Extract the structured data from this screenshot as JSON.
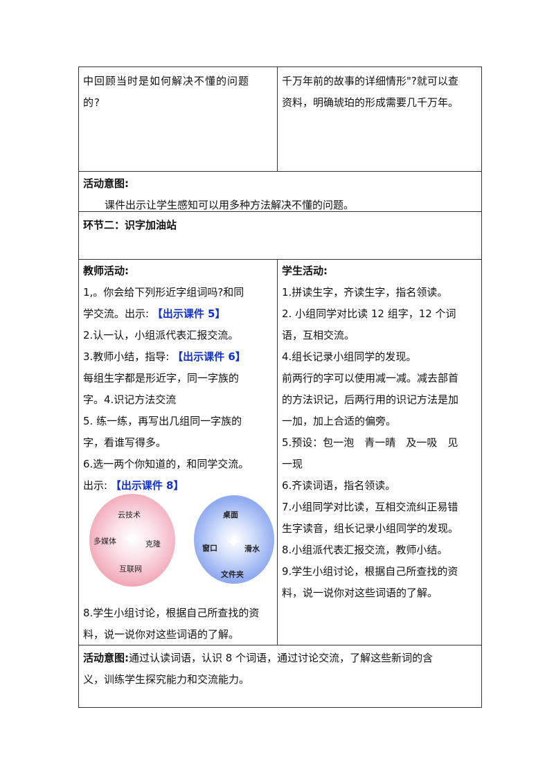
{
  "row1": {
    "left": [
      "中回顾当时是如何解决不懂的问题",
      "的?"
    ],
    "right": [
      "千万年前的故事的详细情形\"?就可以查",
      "资料，明确琥珀的形成需要几千万年。"
    ]
  },
  "row2": {
    "heading": "活动意图:",
    "text": "课件出示让学生感知可以用多种方法解决不懂的问题。"
  },
  "row3": {
    "heading": "环节二：识字加油站"
  },
  "row4": {
    "teacher_heading": "教师活动:",
    "teacher_lines": [
      {
        "text": "1,。你会给下列形近字组词吗?和同",
        "link": ""
      },
      {
        "text": "学交流。出示: ",
        "link": "【出示课件 5】"
      },
      {
        "text": "2.认一认，小组派代表汇报交流。",
        "link": ""
      },
      {
        "text": "3.教师小结，指导: ",
        "link": "【出示课件 6】"
      },
      {
        "text": "每组生字都是形近字，同一字族的",
        "link": ""
      },
      {
        "text": "字。4.识记方法交流",
        "link": ""
      },
      {
        "text": "5. 练一练，再写出几组同一字族的",
        "link": ""
      },
      {
        "text": "字，看谁写得多。",
        "link": ""
      },
      {
        "text": "6.选一两个你知道的，和同学交流。",
        "link": ""
      },
      {
        "text": "出示: ",
        "link": "【出示课件 8】"
      }
    ],
    "image_words": {
      "pink": [
        "云技术",
        "多媒体",
        "克隆",
        "互联网"
      ],
      "blue": [
        "桌面",
        "窗口",
        "滑水",
        "文件夹"
      ]
    },
    "teacher_after": [
      "8.学生小组讨论，根据自己所查找的资",
      "料，说一说你对这些词语的了解。"
    ],
    "student_heading": "学生活动:",
    "student_lines": [
      "1.拼读生字，齐读生字，指名领读。",
      "2. 小组同学对比读 12 组字，12 个词",
      "语，互相交流。",
      "4.组长记录小组同学的发现。",
      "前两行的字可以使用减一减。减去部首",
      "的方法识记，后两行用的识记方法是加",
      "一加，加上合适的偏旁。",
      "5.预设：包一泡　青一晴　及一吸　见",
      "一现",
      "6.齐读词语，指名领读。",
      "7.小组同学对比读，互相交流纠正易错",
      "生字读音，组长记录小组同学的发现。",
      "8.小组派代表汇报交流，教师小结。",
      "9.学生小组讨论，根据自己所查找的资",
      "料，说一说你对这些词语的了解。"
    ]
  },
  "row5": {
    "heading": "活动意图:",
    "text1": "通过认读词语，认识 8 个词语，通过讨论交流，了解这些新词的含",
    "text2": "义，训练学生探究能力和交流能力。"
  }
}
